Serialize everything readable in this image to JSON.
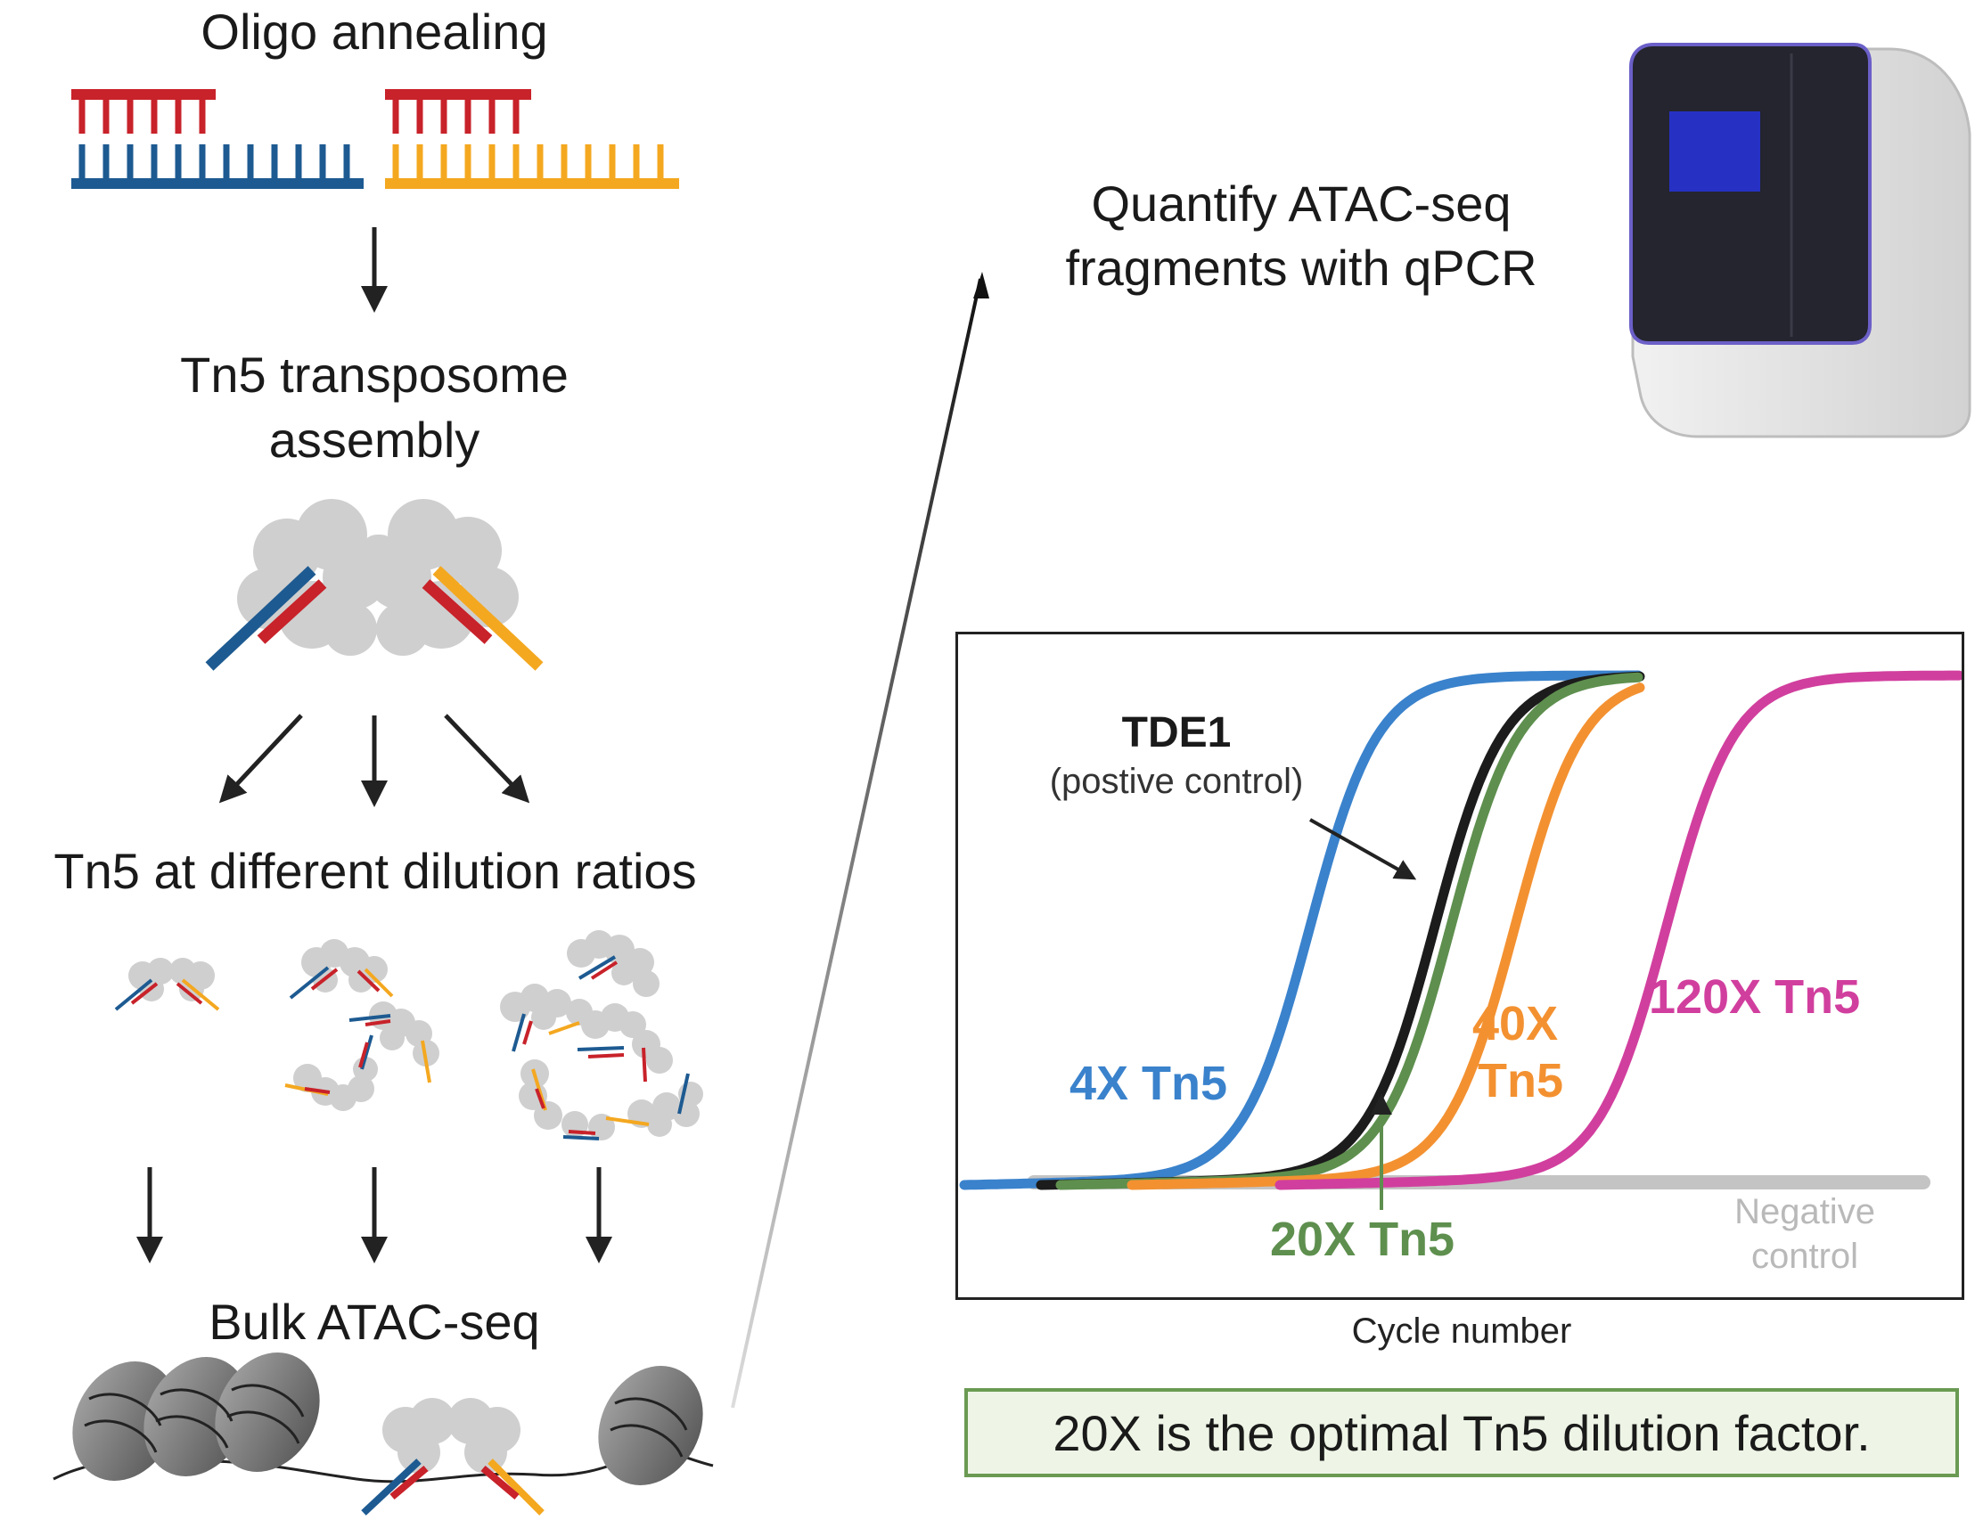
{
  "left_steps": {
    "oligo": "Oligo annealing",
    "tn5_assembly_1": "Tn5 transposome",
    "tn5_assembly_2": "assembly",
    "dilution": "Tn5 at different dilution ratios",
    "bulk": "Bulk ATAC-seq"
  },
  "quantify": {
    "line1": "Quantify ATAC-seq",
    "line2": "fragments with qPCR"
  },
  "plot": {
    "xlabel": "Cycle number",
    "tde1_title": "TDE1",
    "tde1_sub": "(postive control)",
    "negative_1": "Negative",
    "negative_2": "control"
  },
  "chart_data": {
    "type": "line",
    "title": "",
    "xlabel": "Cycle number",
    "ylabel": "",
    "grid": false,
    "series": [
      {
        "name": "4X Tn5",
        "color": "#3a82cc",
        "values": [
          0,
          0.03,
          0.05,
          0.1,
          0.3,
          0.6,
          0.85,
          1.0,
          1.0,
          1.0
        ]
      },
      {
        "name": "TDE1",
        "color": "#1c1c1c",
        "values": [
          0,
          0.02,
          0.03,
          0.05,
          0.1,
          0.3,
          0.6,
          0.85,
          1.0,
          1.0
        ]
      },
      {
        "name": "20X Tn5",
        "color": "#5e8f4e",
        "values": [
          0,
          0.02,
          0.03,
          0.04,
          0.09,
          0.28,
          0.58,
          0.83,
          1.0,
          1.0
        ]
      },
      {
        "name": "40X Tn5",
        "color": "#f39131",
        "values": [
          0,
          0.01,
          0.02,
          0.03,
          0.06,
          0.2,
          0.5,
          0.78,
          1.0,
          1.0
        ]
      },
      {
        "name": "120X Tn5",
        "color": "#d13f9e",
        "values": [
          0,
          0.01,
          0.015,
          0.02,
          0.04,
          0.1,
          0.35,
          0.65,
          0.92,
          1.0
        ]
      },
      {
        "name": "Negative control",
        "color": "#c4c4c4",
        "values": [
          0,
          0,
          0,
          0,
          0,
          0,
          0,
          0,
          0,
          0
        ]
      }
    ],
    "labels": {
      "4x": "4X Tn5",
      "20x": "20X Tn5",
      "40x_1": "40X",
      "40x_2": "Tn5",
      "120x": "120X Tn5"
    }
  },
  "conclusion": "20X is the optimal Tn5 dilution factor.",
  "colors": {
    "red": "#c8222a",
    "blue": "#1d5a91",
    "yellow": "#f4a820",
    "protein": "#cfcfcf",
    "green_box": "#6a9a52"
  }
}
